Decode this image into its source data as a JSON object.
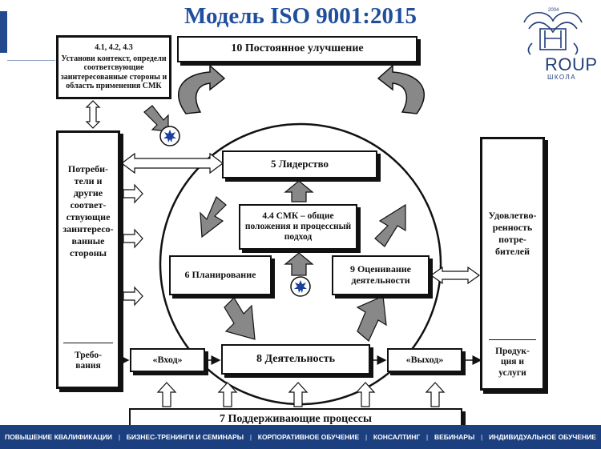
{
  "title": "Модель ISO 9001:2015",
  "logo": {
    "word": "ROUP",
    "sub": "ШКОЛА"
  },
  "boxes": {
    "context_head": "4.1, 4.2, 4.3",
    "context_body": "Установи контекст, определи соответсвующие заинтересованные стороны и область применения СМК",
    "improvement": "10 Постоянное улучшение",
    "leadership": "5 Лидерство",
    "smk": "4.4 СМК – общие положения и процессный подход",
    "planning": "6 Планирование",
    "evaluation": "9 Оценивание деятельности",
    "activity": "8 Деятельность",
    "input": "«Вход»",
    "output": "«Выход»",
    "support": "7 Поддерживающие процессы"
  },
  "left_column": {
    "text": "Потреби-\nтели и\nдругие\nсоответ-\nствующие\nзаинтересо-\nванные\nстороны",
    "requirements": "Требо-\nвания"
  },
  "right_column": {
    "text": "Удовлетво-\nренность\nпотре-\nбителей",
    "products": "Продук-\nция и\nуслуги"
  },
  "footer": [
    "ПОВЫШЕНИЕ КВАЛИФИКАЦИИ",
    "БИЗНЕС-ТРЕНИНГИ И СЕМИНАРЫ",
    "КОРПОРАТИВНОЕ ОБУЧЕНИЕ",
    "КОНСАЛТИНГ",
    "ВЕБИНАРЫ",
    "ИНДИВИДУАЛЬНОЕ ОБУЧЕНИЕ"
  ],
  "colors": {
    "title": "#1f4e9c",
    "footer": "#1c3f7f",
    "arrow_fill": "#808080",
    "star": "#1a3f9c"
  }
}
